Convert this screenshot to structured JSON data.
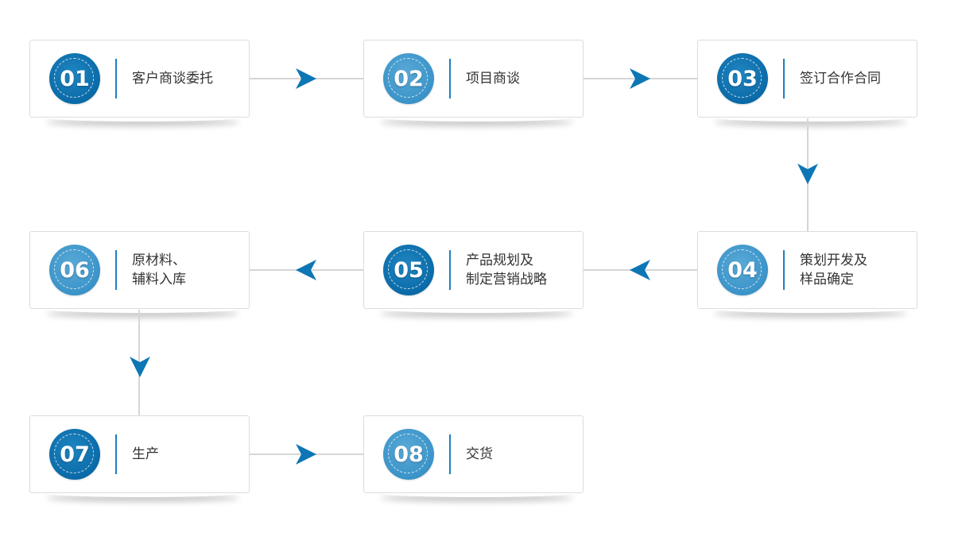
{
  "colors": {
    "arrow": "#0d76b5",
    "connector": "#d6d6d6",
    "badge_dark": "#0a6aa7",
    "badge_light": "#3a93c8",
    "divider": "#1f7fbf"
  },
  "steps": [
    {
      "num": "01",
      "lines": [
        "客户商谈委托"
      ]
    },
    {
      "num": "02",
      "lines": [
        "项目商谈"
      ]
    },
    {
      "num": "03",
      "lines": [
        "签订合作合同"
      ]
    },
    {
      "num": "04",
      "lines": [
        "策划开发及",
        "样品确定"
      ]
    },
    {
      "num": "05",
      "lines": [
        "产品规划及",
        "制定营销战略"
      ]
    },
    {
      "num": "06",
      "lines": [
        "原材料、",
        "辅料入库"
      ]
    },
    {
      "num": "07",
      "lines": [
        "生产"
      ]
    },
    {
      "num": "08",
      "lines": [
        "交货"
      ]
    }
  ]
}
